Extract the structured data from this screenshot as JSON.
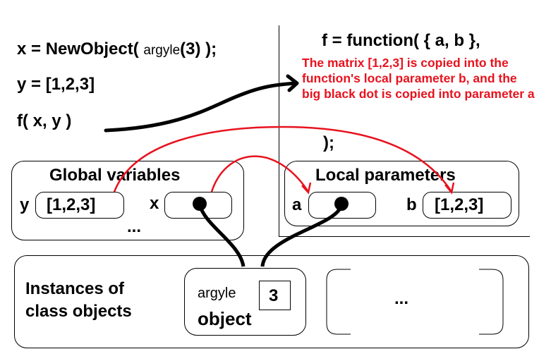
{
  "code": {
    "line1_prefix": "x = NewObject(",
    "line1_arg": "argyle",
    "line1_suffix": "(3) );",
    "line2": "y = [1,2,3]",
    "line3": "f( x, y )",
    "func_header": "f = function( { a, b },",
    "func_close": ");"
  },
  "annotation": {
    "text": "The matrix [1,2,3] is copied into the function's local parameter b, and the big black dot is copied into parameter a",
    "color": "#e8121e"
  },
  "global_vars": {
    "title": "Global variables",
    "y_label": "y",
    "y_value": "[1,2,3]",
    "x_label": "x",
    "ellipsis": "..."
  },
  "local_params": {
    "title": "Local parameters",
    "a_label": "a",
    "b_label": "b",
    "b_value": "[1,2,3]"
  },
  "instances": {
    "title_line1": "Instances of",
    "title_line2": "class objects",
    "object_class": "argyle",
    "object_word": "object",
    "object_value": "3",
    "ellipsis": "..."
  }
}
